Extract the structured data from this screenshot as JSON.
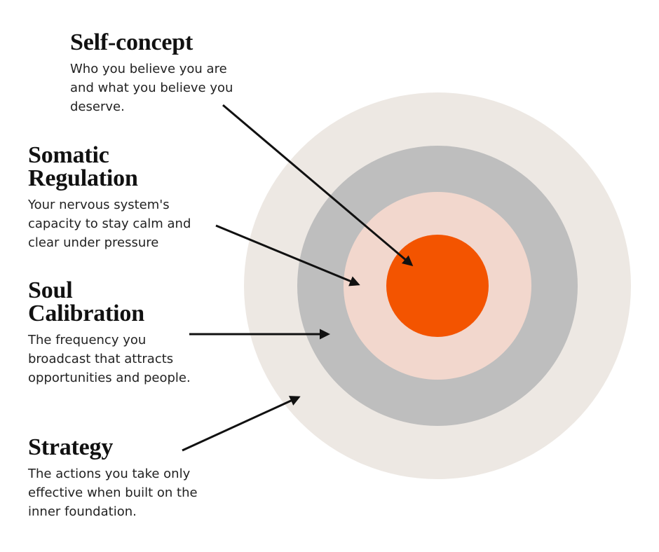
{
  "colors": {
    "outer_ring": "#EDE8E3",
    "second_ring": "#BEBEBE",
    "third_ring": "#F2D7CD",
    "core": "#F35400",
    "arrow": "#111111",
    "title_text": "#111111",
    "desc_text": "#222222"
  },
  "layers": [
    {
      "id": "self-concept",
      "title": "Self-concept",
      "description": "Who you believe you are and what you believe you deserve."
    },
    {
      "id": "somatic-regulation",
      "title": "Somatic Regulation",
      "description": "Your nervous system's capacity to stay calm and clear under pressure"
    },
    {
      "id": "soul-calibration",
      "title": "Soul Calibration",
      "description": "The frequency you broadcast that attracts opportunities and people."
    },
    {
      "id": "strategy",
      "title": "Strategy",
      "description": "The actions you take only effective when built on the inner foundation."
    }
  ]
}
